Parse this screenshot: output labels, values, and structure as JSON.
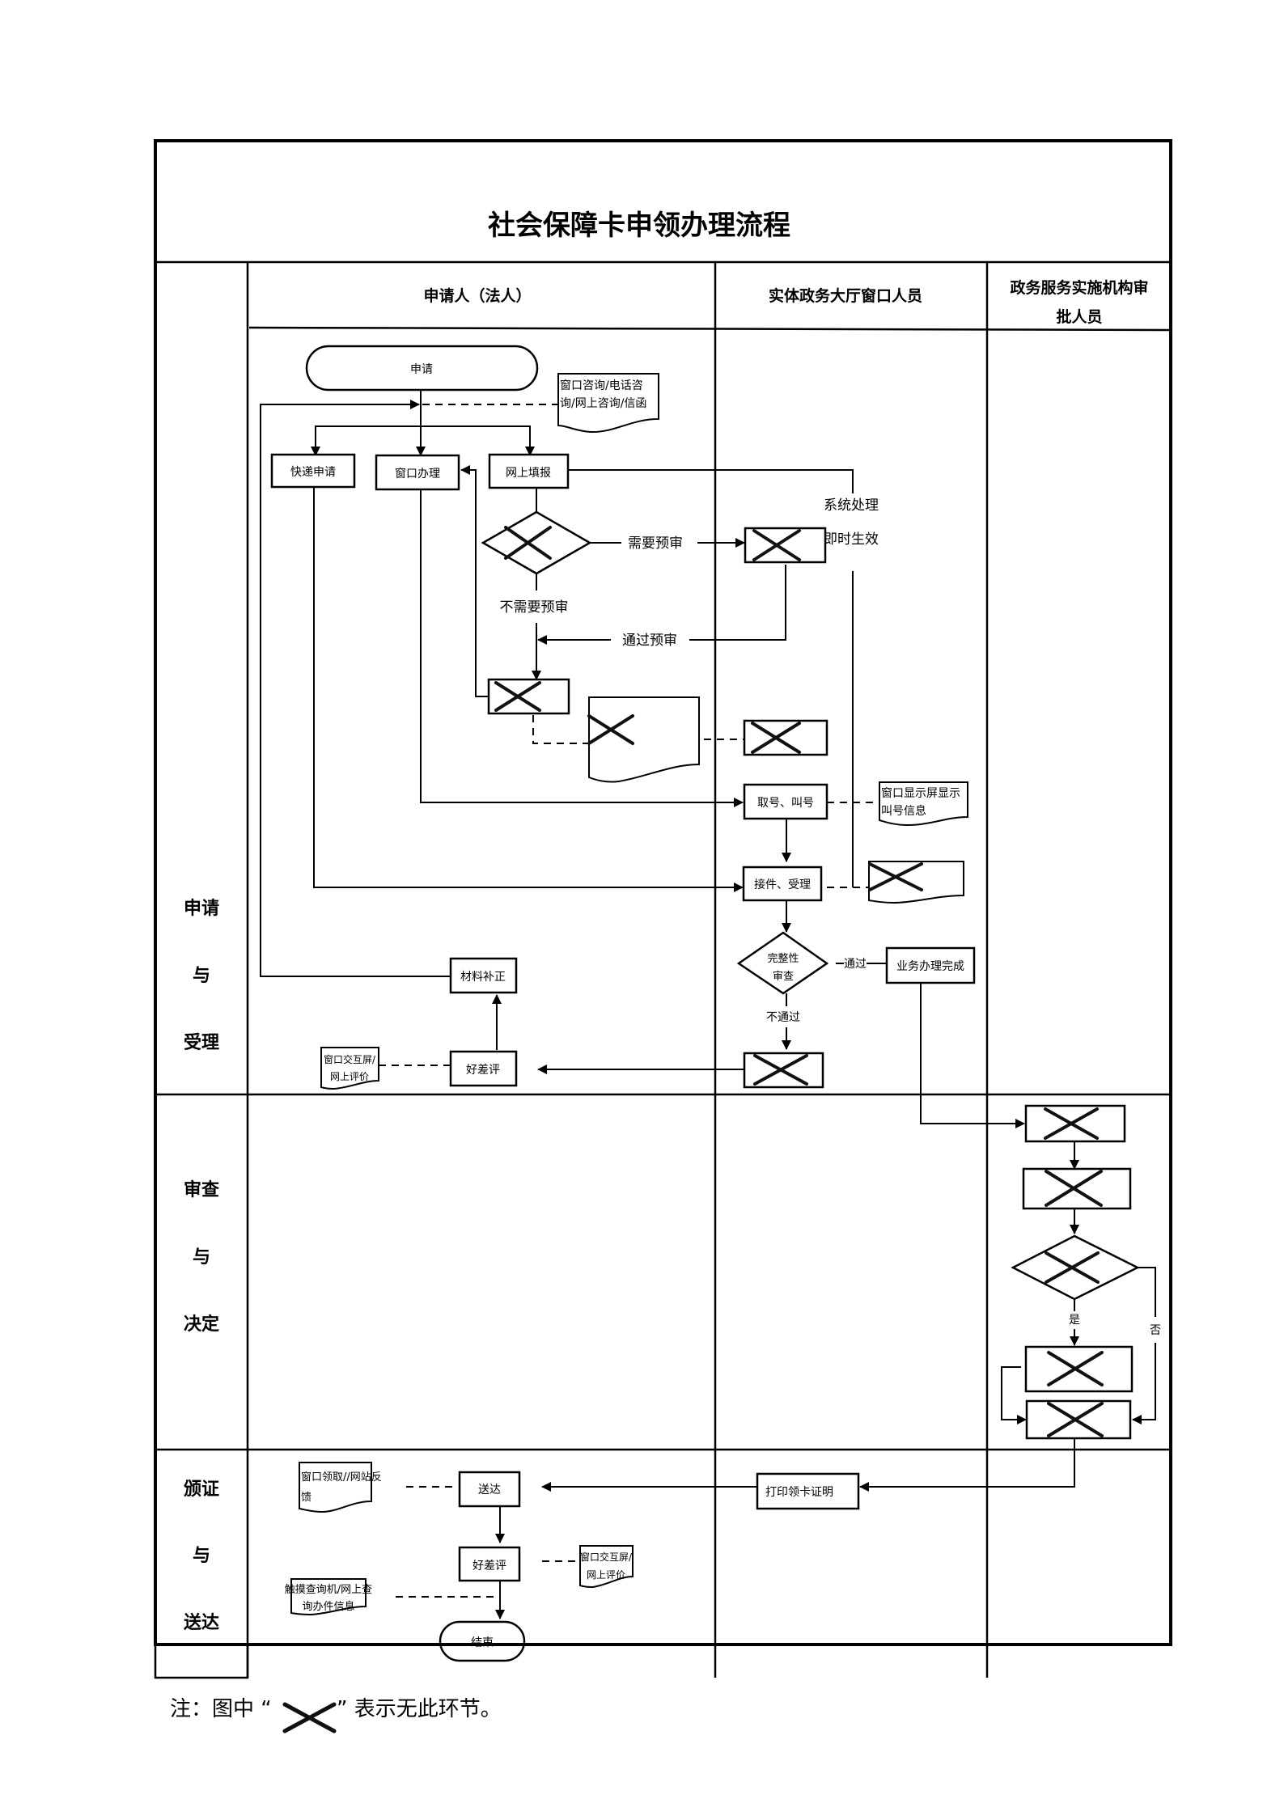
{
  "title": "社会保障卡申领办理流程",
  "lanes": {
    "applicant": "申请人（法人）",
    "window_staff": "实体政务大厅窗口人员",
    "approver_line1": "政务服务实施机构审",
    "approver_line2": "批人员"
  },
  "stages": {
    "apply": [
      "申请",
      "与",
      "受理"
    ],
    "review": [
      "审查",
      "与",
      "决定"
    ],
    "deliver": [
      "颁证",
      "与",
      "送达"
    ]
  },
  "nodes": {
    "start": "申请",
    "consult_doc": [
      "窗口咨询/电话咨",
      "询/网上咨询/信函"
    ],
    "express": "快递申请",
    "window": "窗口办理",
    "online": "网上填报",
    "need_precheck": "需要预审",
    "no_precheck": "不需要预审",
    "pass_precheck": "通过预审",
    "system_1": "系统处理",
    "system_2": "即时生效",
    "take_number": "取号、叫号",
    "screen_doc": [
      "窗口显示屏显示",
      "叫号信息"
    ],
    "accept": "接件、受理",
    "completeness_1": "完整性",
    "completeness_2": "审查",
    "pass": "通过",
    "fail": "不通过",
    "done": "业务办理完成",
    "supplement": "材料补正",
    "rating_1": "好差评",
    "rating_doc_1": [
      "窗口交互屏/",
      "网上评价"
    ],
    "yes": "是",
    "no": "否",
    "print_cert": "打印领卡证明",
    "deliver": "送达",
    "deliver_doc": [
      "窗口领取//网站反",
      "馈"
    ],
    "rating_2": "好差评",
    "rating_doc_2": [
      "窗口交互屏/",
      "网上评价"
    ],
    "query_doc": [
      "触摸查询机/网上查",
      "询办件信息"
    ],
    "end": "结束"
  },
  "note": {
    "prefix": "注：图中 “",
    "suffix": "” 表示无此环节。"
  }
}
